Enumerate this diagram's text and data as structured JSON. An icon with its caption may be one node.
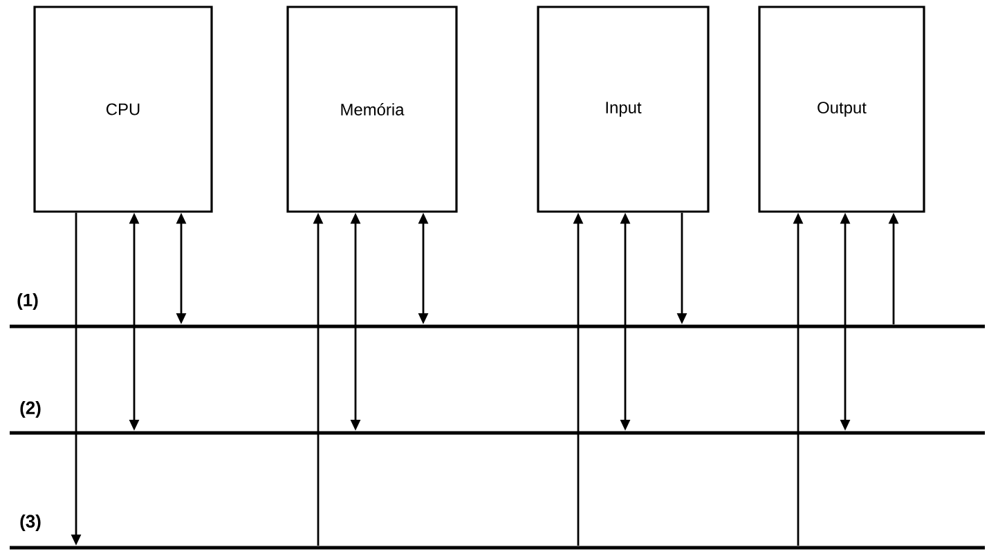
{
  "diagram": {
    "nodes": [
      {
        "text": [
          "CPU"
        ]
      },
      {
        "text": [
          "Memória"
        ]
      },
      {
        "text": [
          "Input"
        ]
      },
      {
        "text": [
          "Output"
        ]
      },
      {
        "text": [],
        "shape": "bar",
        "beside": [
          "(1)"
        ]
      },
      {
        "text": [],
        "shape": "bar",
        "beside": [
          "(2)"
        ]
      },
      {
        "text": [],
        "shape": "bar",
        "beside": [
          "(3)"
        ]
      }
    ],
    "edges": [
      {
        "from": 0,
        "to": 6,
        "arrow": "to"
      },
      {
        "from": 0,
        "to": 5,
        "arrow": "both"
      },
      {
        "from": 0,
        "to": 4,
        "arrow": "both"
      },
      {
        "from": 6,
        "to": 1,
        "arrow": "to"
      },
      {
        "from": 1,
        "to": 5,
        "arrow": "both"
      },
      {
        "from": 1,
        "to": 4,
        "arrow": "both"
      },
      {
        "from": 6,
        "to": 2,
        "arrow": "to"
      },
      {
        "from": 2,
        "to": 5,
        "arrow": "both"
      },
      {
        "from": 2,
        "to": 4,
        "arrow": "to"
      },
      {
        "from": 6,
        "to": 3,
        "arrow": "to"
      },
      {
        "from": 3,
        "to": 5,
        "arrow": "both"
      },
      {
        "from": 4,
        "to": 3,
        "arrow": "to"
      }
    ]
  }
}
